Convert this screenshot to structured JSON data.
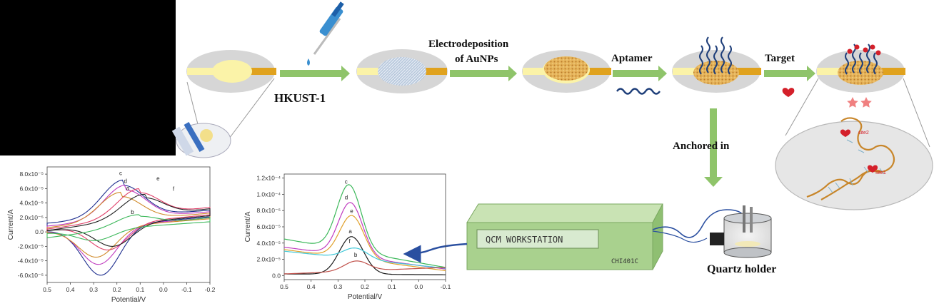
{
  "labels": {
    "hkust": "HKUST-1",
    "electrodeposition_line1": "Electrodeposition",
    "electrodeposition_line2": "of AuNPs",
    "aptamer": "Aptamer",
    "target": "Target",
    "anchored": "Anchored in",
    "quartz_holder": "Quartz holder",
    "workstation_screen": "QCM WORKSTATION",
    "workstation_model": "CHI401C",
    "site1": "site1",
    "site2": "site2"
  },
  "colors": {
    "arrow_green": "#8fc46a",
    "electrode_gray": "#d6d6d6",
    "gold_lead": "#e0a21e",
    "pale_yellow": "#fbf3a8",
    "workstation_green": "#a9d18e",
    "aptamer_blue": "#1f3f7a",
    "target_red": "#d4202a"
  },
  "chart_data": [
    {
      "type": "line",
      "title": "",
      "xlabel": "Potential/V",
      "ylabel": "Current/A",
      "xlim": [
        0.5,
        -0.2
      ],
      "ylim": [
        -7e-05,
        9e-05
      ],
      "xticks": [
        "0.5",
        "0.4",
        "0.3",
        "0.2",
        "0.1",
        "0.0",
        "-0.1",
        "-0.2"
      ],
      "yticks": [
        "-6.0x10⁻⁵",
        "-4.0x10⁻⁵",
        "-2.0x10⁻⁵",
        "0.0",
        "2.0x10⁻⁵",
        "4.0x10⁻⁵",
        "6.0x10⁻⁵",
        "8.0x10⁻⁵"
      ],
      "ytick_values": [
        -6e-05,
        -4e-05,
        -2e-05,
        0,
        2e-05,
        4e-05,
        6e-05,
        8e-05
      ],
      "series": [
        {
          "label": "c",
          "color": "#1f2f8f",
          "ox": 0.17,
          "ored": 0.27,
          "ipa": 7.2e-05,
          "ipc": -6e-05,
          "base_hi": 3e-05,
          "base_lo": 1.2e-05
        },
        {
          "label": "d",
          "color": "#c03cc0",
          "ox": 0.16,
          "ored": 0.28,
          "ipa": 6.5e-05,
          "ipc": -4.5e-05,
          "base_hi": 2.8e-05,
          "base_lo": 8e-06
        },
        {
          "label": "a",
          "color": "#d08a2a",
          "ox": 0.18,
          "ored": 0.29,
          "ipa": 5.5e-05,
          "ipc": -3.5e-05,
          "base_hi": 2.6e-05,
          "base_lo": 6e-06
        },
        {
          "label": "e",
          "color": "#e0406a",
          "ox": 0.1,
          "ored": 0.24,
          "ipa": 6e-05,
          "ipc": -2.5e-05,
          "base_hi": 3.4e-05,
          "base_lo": 4e-06
        },
        {
          "label": "f",
          "color": "#222222",
          "ox": 0.08,
          "ored": 0.22,
          "ipa": 5.2e-05,
          "ipc": -2e-05,
          "base_hi": 3.2e-05,
          "base_lo": 2e-06
        },
        {
          "label": "b",
          "color": "#3cb85a",
          "ox": 0.1,
          "ored": 0.3,
          "ipa": 2.4e-05,
          "ipc": -1.2e-05,
          "base_hi": 2e-05,
          "base_lo": -8e-06
        }
      ],
      "annotations": [
        {
          "text": "c",
          "x": 0.19,
          "y": 7.85e-05
        },
        {
          "text": "d",
          "x": 0.17,
          "y": 6.8e-05
        },
        {
          "text": "a",
          "x": 0.16,
          "y": 5.8e-05
        },
        {
          "text": "e",
          "x": 0.03,
          "y": 7.1e-05
        },
        {
          "text": "f",
          "x": -0.04,
          "y": 5.7e-05
        },
        {
          "text": "b",
          "x": 0.14,
          "y": 2.5e-05
        }
      ]
    },
    {
      "type": "line",
      "title": "",
      "xlabel": "Potential/V",
      "ylabel": "Current/A",
      "xlim": [
        0.5,
        -0.1
      ],
      "ylim": [
        -5e-06,
        0.000125
      ],
      "xticks": [
        "0.5",
        "0.4",
        "0.3",
        "0.2",
        "0.1",
        "0.0",
        "-0.1"
      ],
      "yticks": [
        "0.0",
        "2.0x10⁻⁵",
        "4.0x10⁻⁵",
        "6.0x10⁻⁵",
        "8.0x10⁻⁵",
        "1.0x10⁻⁴",
        "1.2x10⁻⁴"
      ],
      "ytick_values": [
        0,
        2e-05,
        4e-05,
        6e-05,
        8e-05,
        0.0001,
        0.00012
      ],
      "series": [
        {
          "label": "c",
          "color": "#3cb85a",
          "peak": 0.26,
          "height": 0.000112,
          "base_start": 4.5e-05,
          "base_end": 1e-05
        },
        {
          "label": "d",
          "color": "#c03cc0",
          "peak": 0.255,
          "height": 9e-05,
          "base_start": 3.5e-05,
          "base_end": 8e-06
        },
        {
          "label": "e",
          "color": "#e0a02a",
          "peak": 0.25,
          "height": 7.4e-05,
          "base_start": 3.2e-05,
          "base_end": 6e-06
        },
        {
          "label": "a",
          "color": "#1a1a1a",
          "peak": 0.25,
          "height": 4.8e-05,
          "base_start": 2e-06,
          "base_end": 1e-06
        },
        {
          "label": "f",
          "color": "#40c8d8",
          "peak": 0.24,
          "height": 3.4e-05,
          "base_start": 3e-05,
          "base_end": 9e-06
        },
        {
          "label": "b",
          "color": "#c0504a",
          "peak": 0.23,
          "height": 1.8e-05,
          "base_start": 2e-06,
          "base_end": 1e-05
        }
      ],
      "annotations": [
        {
          "text": "c",
          "x": 0.275,
          "y": 0.000113
        },
        {
          "text": "d",
          "x": 0.275,
          "y": 9.4e-05
        },
        {
          "text": "e",
          "x": 0.255,
          "y": 7.7e-05
        },
        {
          "text": "a",
          "x": 0.26,
          "y": 5.2e-05
        },
        {
          "text": "f",
          "x": 0.26,
          "y": 4e-05
        },
        {
          "text": "b",
          "x": 0.24,
          "y": 2.3e-05
        }
      ]
    }
  ]
}
